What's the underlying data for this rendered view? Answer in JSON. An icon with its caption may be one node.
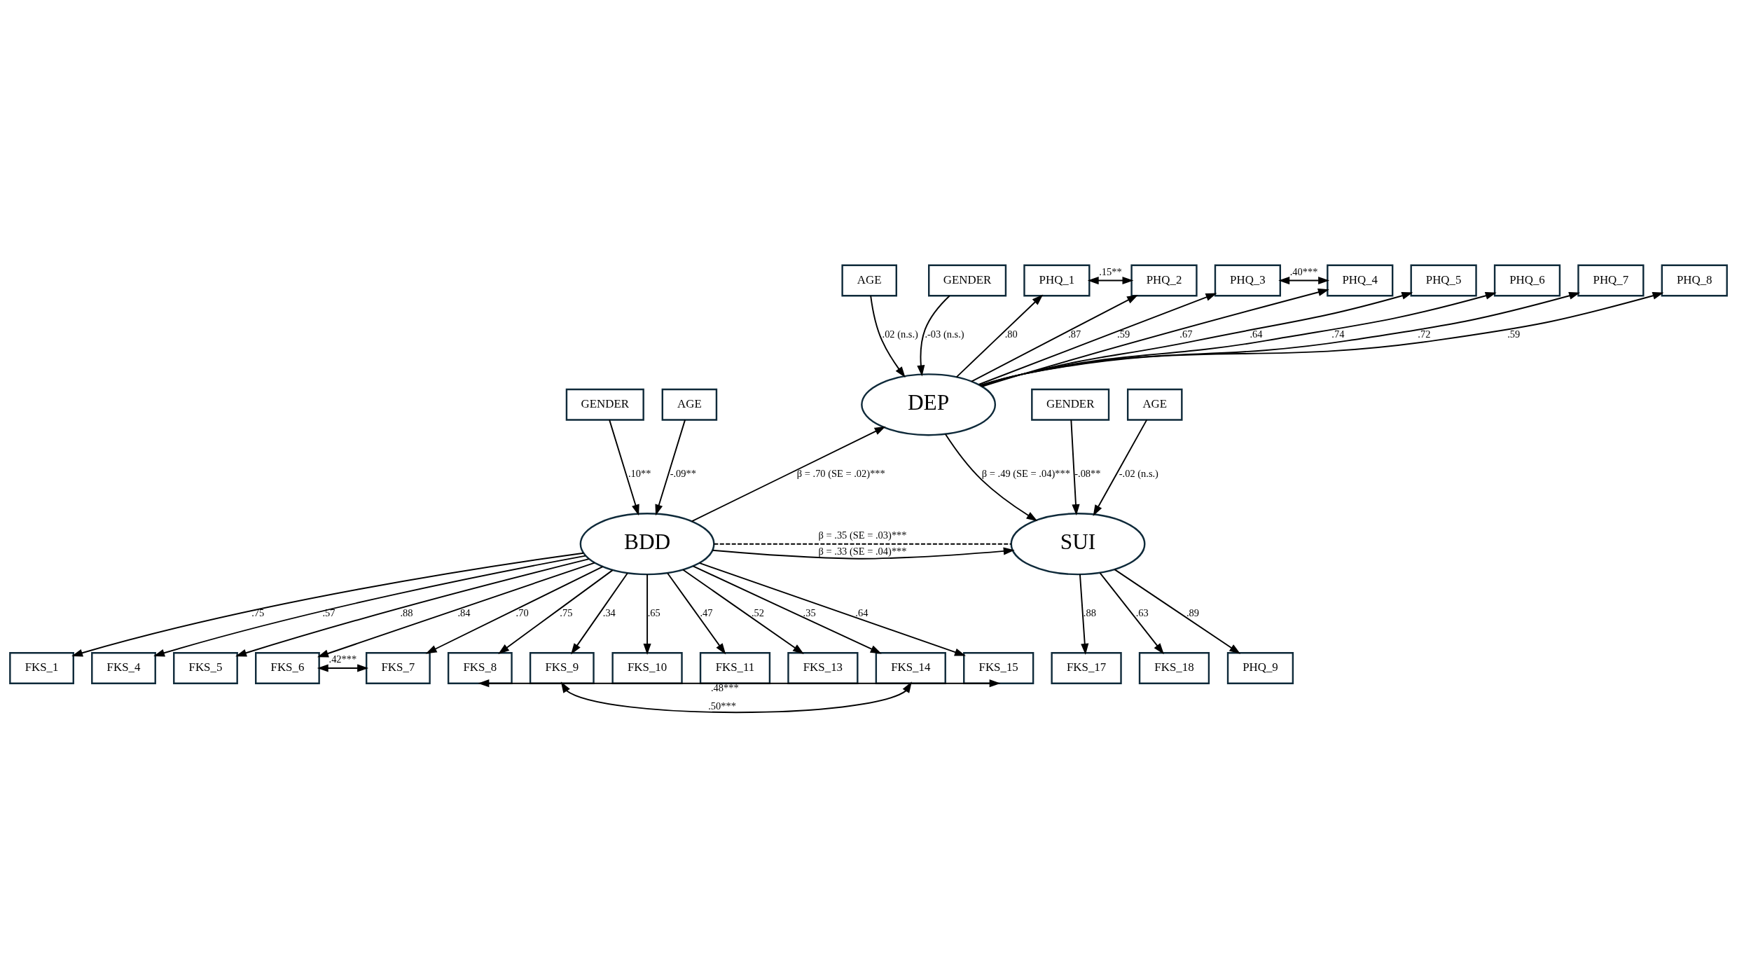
{
  "diagram": {
    "nodes": [
      {
        "text": [
          "GENDER"
        ]
      },
      {
        "text": [
          "AGE"
        ]
      },
      {
        "text": [
          "DEP"
        ]
      },
      {
        "text": [
          "PHQ_1"
        ]
      },
      {
        "text": [
          "PHQ_2"
        ]
      },
      {
        "text": [
          "PHQ_3"
        ]
      },
      {
        "text": [
          "PHQ_4"
        ]
      },
      {
        "text": [
          "PHQ_5"
        ]
      },
      {
        "text": [
          "PHQ_6"
        ]
      },
      {
        "text": [
          "PHQ_7"
        ]
      },
      {
        "text": [
          "PHQ_8"
        ]
      },
      {
        "text": [
          "GENDER"
        ]
      },
      {
        "text": [
          "AGE"
        ]
      },
      {
        "text": [
          "BDD"
        ]
      },
      {
        "text": [
          "GENDER"
        ]
      },
      {
        "text": [
          "AGE"
        ]
      },
      {
        "text": [
          "SUI"
        ]
      },
      {
        "text": [
          "FKS_1"
        ]
      },
      {
        "text": [
          "FKS_4"
        ]
      },
      {
        "text": [
          "FKS_5"
        ]
      },
      {
        "text": [
          "FKS_6"
        ]
      },
      {
        "text": [
          "FKS_7"
        ]
      },
      {
        "text": [
          "FKS_8"
        ]
      },
      {
        "text": [
          "FKS_9"
        ]
      },
      {
        "text": [
          "FKS_10"
        ]
      },
      {
        "text": [
          "FKS_11"
        ]
      },
      {
        "text": [
          "FKS_13"
        ]
      },
      {
        "text": [
          "FKS_14"
        ]
      },
      {
        "text": [
          "FKS_15"
        ]
      },
      {
        "text": [
          "FKS_17"
        ]
      },
      {
        "text": [
          "FKS_18"
        ]
      },
      {
        "text": [
          "PHQ_9"
        ]
      }
    ],
    "edges": [
      {
        "from": 0,
        "to": 2,
        "arrow": "to",
        "label": ".-03 (n.s.)"
      },
      {
        "from": 1,
        "to": 2,
        "arrow": "to",
        "label": ".02 (n.s.)"
      },
      {
        "from": 2,
        "to": 3,
        "arrow": "to",
        "label": ".80"
      },
      {
        "from": 2,
        "to": 4,
        "arrow": "to",
        "label": ".87"
      },
      {
        "from": 2,
        "to": 5,
        "arrow": "to",
        "label": ".59"
      },
      {
        "from": 2,
        "to": 6,
        "arrow": "to",
        "label": ".67"
      },
      {
        "from": 2,
        "to": 7,
        "arrow": "to",
        "label": ".64"
      },
      {
        "from": 2,
        "to": 8,
        "arrow": "to",
        "label": ".74"
      },
      {
        "from": 2,
        "to": 9,
        "arrow": "to",
        "label": ".72"
      },
      {
        "from": 2,
        "to": 10,
        "arrow": "to",
        "label": ".59"
      },
      {
        "from": 3,
        "to": 4,
        "arrow": "both",
        "label": ".15**"
      },
      {
        "from": 5,
        "to": 6,
        "arrow": "both",
        "label": ".40***"
      },
      {
        "from": 11,
        "to": 13,
        "arrow": "to",
        "label": ".10**"
      },
      {
        "from": 12,
        "to": 13,
        "arrow": "to",
        "label": "-.09**"
      },
      {
        "from": 13,
        "to": 2,
        "arrow": "to",
        "label": "β = .70 (SE = .02)***"
      },
      {
        "from": 2,
        "to": 16,
        "arrow": "to",
        "label": "β = .49 (SE = .04)***"
      },
      {
        "from": 13,
        "to": 16,
        "arrow": "none",
        "style": "dashed",
        "label": "β = .35 (SE = .03)***"
      },
      {
        "from": 13,
        "to": 16,
        "arrow": "to",
        "label": "β = .33 (SE = .04)***"
      },
      {
        "from": 14,
        "to": 16,
        "arrow": "to",
        "label": "-.08**"
      },
      {
        "from": 15,
        "to": 16,
        "arrow": "to",
        "label": "-.02 (n.s.)"
      },
      {
        "from": 13,
        "to": 17,
        "arrow": "to",
        "label": ".75"
      },
      {
        "from": 13,
        "to": 18,
        "arrow": "to",
        "label": ".57"
      },
      {
        "from": 13,
        "to": 19,
        "arrow": "to",
        "label": ".88"
      },
      {
        "from": 13,
        "to": 20,
        "arrow": "to",
        "label": ".84"
      },
      {
        "from": 13,
        "to": 21,
        "arrow": "to",
        "label": ".70"
      },
      {
        "from": 13,
        "to": 22,
        "arrow": "to",
        "label": ".75"
      },
      {
        "from": 13,
        "to": 23,
        "arrow": "to",
        "label": ".34"
      },
      {
        "from": 13,
        "to": 24,
        "arrow": "to",
        "label": ".65"
      },
      {
        "from": 13,
        "to": 25,
        "arrow": "to",
        "label": ".47"
      },
      {
        "from": 13,
        "to": 26,
        "arrow": "to",
        "label": ".52"
      },
      {
        "from": 13,
        "to": 27,
        "arrow": "to",
        "label": ".35"
      },
      {
        "from": 13,
        "to": 28,
        "arrow": "to",
        "label": ".64"
      },
      {
        "from": 20,
        "to": 21,
        "arrow": "both",
        "label": ".42***"
      },
      {
        "from": 23,
        "to": 27,
        "arrow": "both",
        "label": ".50***"
      },
      {
        "from": 22,
        "to": 28,
        "arrow": "both",
        "label": ".48***"
      },
      {
        "from": 16,
        "to": 29,
        "arrow": "to",
        "label": ".88"
      },
      {
        "from": 16,
        "to": 30,
        "arrow": "to",
        "label": ".63"
      },
      {
        "from": 16,
        "to": 31,
        "arrow": "to",
        "label": ".89"
      }
    ]
  }
}
